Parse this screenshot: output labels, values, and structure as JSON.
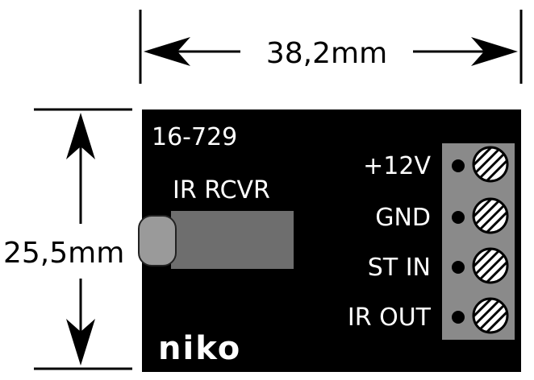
{
  "dimensions": {
    "width_label": "38,2mm",
    "height_label": "25,5mm"
  },
  "module": {
    "part_number": "16-729",
    "component_label": "IR RCVR",
    "brand": "niko",
    "terminals": [
      {
        "label": "+12V"
      },
      {
        "label": "GND"
      },
      {
        "label": "ST IN"
      },
      {
        "label": "IR OUT"
      }
    ]
  },
  "colors": {
    "board": "#000000",
    "terminal_block": "#8a8a8a",
    "jack_body": "#6e6e6e",
    "jack_tip": "#9a9a9a",
    "text_on_board": "#ffffff",
    "dimension_lines": "#000000"
  },
  "icons": {
    "screw": "screw-terminal-icon",
    "pin": "pin-hole-icon",
    "arrow": "arrowhead-icon"
  }
}
